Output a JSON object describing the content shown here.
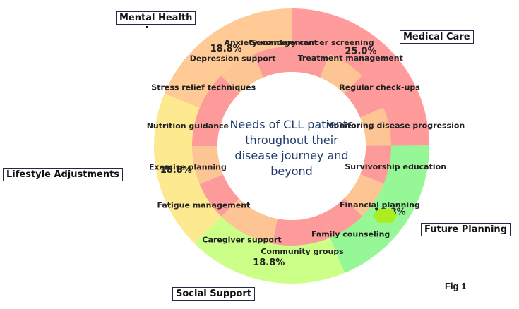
{
  "center_text": [
    "Needs of CLL patients",
    "throughout their",
    "disease journey and",
    "beyond"
  ],
  "fig_label": "Fig 1",
  "colors": {
    "medical": "#ff9b9b",
    "mental": "#ffca96",
    "lifestyle": "#fde98f",
    "social": "#ccff88",
    "future": "#96f796",
    "inner_red": "#fd9a9a",
    "inner_orange": "#fdc594",
    "highlight": "#aaee22"
  },
  "chart_data": {
    "type": "pie",
    "title": "",
    "categories": [
      {
        "name": "Medical Care",
        "value": 25.0,
        "label": "25.0%"
      },
      {
        "name": "Future Planning",
        "value": 18.8,
        "label": "18.8%"
      },
      {
        "name": "Social Support",
        "value": 18.8,
        "label": "18.8%"
      },
      {
        "name": "Lifestyle Adjustments",
        "value": 18.8,
        "label": "18.8%"
      },
      {
        "name": "Mental Health",
        "value": 18.8,
        "label": "18.8%"
      }
    ],
    "subcategories": [
      {
        "name": "Secondary cancer screening",
        "parent": "Medical Care"
      },
      {
        "name": "Treatment management",
        "parent": "Medical Care"
      },
      {
        "name": "Regular check-ups",
        "parent": "Medical Care"
      },
      {
        "name": "Monitoring disease progression",
        "parent": "Medical Care"
      },
      {
        "name": "Survivorship education",
        "parent": "Future Planning"
      },
      {
        "name": "Financial planning",
        "parent": "Future Planning"
      },
      {
        "name": "Family counseling",
        "parent": "Future Planning"
      },
      {
        "name": "Community groups",
        "parent": "Social Support"
      },
      {
        "name": "Caregiver support",
        "parent": "Social Support"
      },
      {
        "name": "Fatigue management",
        "parent": "Lifestyle Adjustments"
      },
      {
        "name": "Exercise planning",
        "parent": "Lifestyle Adjustments"
      },
      {
        "name": "Nutrition guidance",
        "parent": "Lifestyle Adjustments"
      },
      {
        "name": "Stress relief techniques",
        "parent": "Mental Health"
      },
      {
        "name": "Depression support",
        "parent": "Mental Health"
      },
      {
        "name": "Anxiety management",
        "parent": "Mental Health"
      }
    ],
    "legend": "none"
  }
}
